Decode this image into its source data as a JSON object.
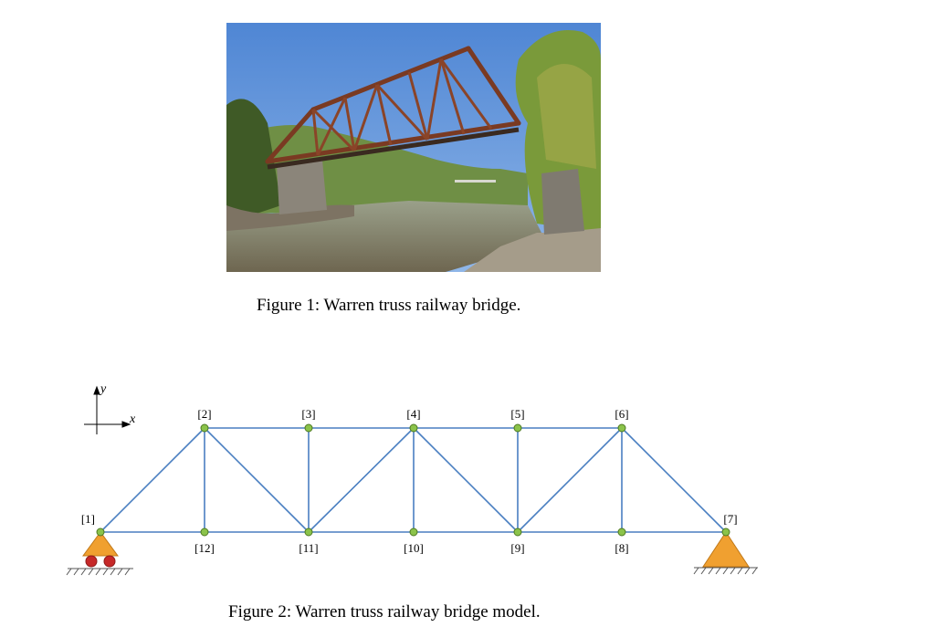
{
  "figure1": {
    "caption": "Figure 1:  Warren truss railway bridge.",
    "image": "photo-warren-truss-railway-bridge"
  },
  "figure2": {
    "caption": "Figure 2:  Warren truss railway bridge model.",
    "axes": {
      "x": "x",
      "y": "y"
    },
    "nodes": [
      {
        "label": "[1]"
      },
      {
        "label": "[2]"
      },
      {
        "label": "[3]"
      },
      {
        "label": "[4]"
      },
      {
        "label": "[5]"
      },
      {
        "label": "[6]"
      },
      {
        "label": "[7]"
      },
      {
        "label": "[8]"
      },
      {
        "label": "[9]"
      },
      {
        "label": "[10]"
      },
      {
        "label": "[11]"
      },
      {
        "label": "[12]"
      }
    ],
    "members": [
      [
        1,
        2
      ],
      [
        2,
        3
      ],
      [
        3,
        4
      ],
      [
        4,
        5
      ],
      [
        5,
        6
      ],
      [
        6,
        7
      ],
      [
        1,
        12
      ],
      [
        12,
        11
      ],
      [
        11,
        10
      ],
      [
        10,
        9
      ],
      [
        9,
        8
      ],
      [
        8,
        7
      ],
      [
        2,
        12
      ],
      [
        3,
        11
      ],
      [
        4,
        10
      ],
      [
        5,
        9
      ],
      [
        6,
        8
      ],
      [
        2,
        11
      ],
      [
        11,
        4
      ],
      [
        4,
        9
      ],
      [
        9,
        6
      ]
    ],
    "supports": {
      "left": "roller",
      "right": "pin"
    },
    "colors": {
      "member": "#4a7fc1",
      "node": "#8bc34a",
      "support": "#f0a030",
      "roller": "#c62828"
    }
  }
}
